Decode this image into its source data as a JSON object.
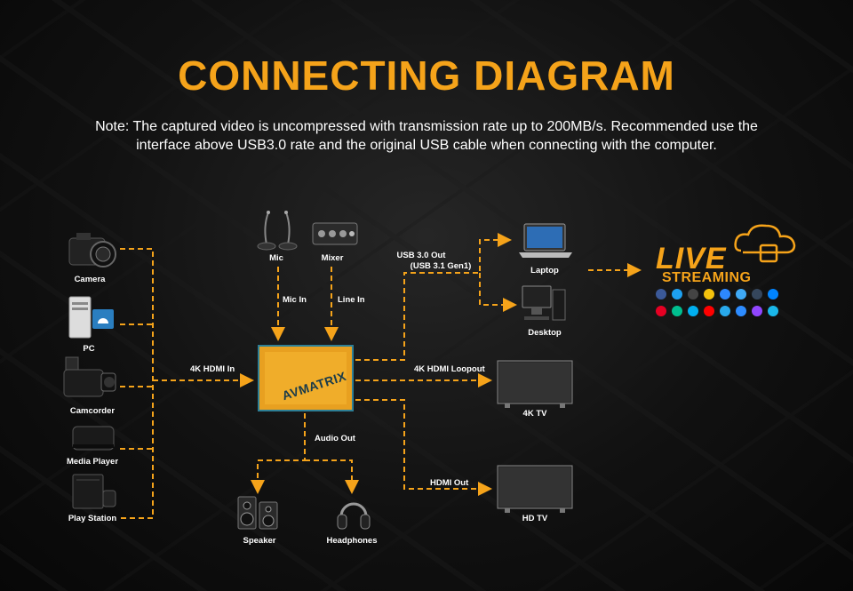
{
  "title": "CONNECTING DIAGRAM",
  "note": "Note: The captured video is uncompressed with transmission rate up to 200MB/s. Recommended use the interface above USB3.0 rate and the original USB cable when connecting with the computer.",
  "sources": {
    "camera": "Camera",
    "pc": "PC",
    "camcorder": "Camcorder",
    "media_player": "Media Player",
    "play_station": "Play Station"
  },
  "audio_in": {
    "mic": "Mic",
    "mixer": "Mixer",
    "mic_in": "Mic In",
    "line_in": "Line In"
  },
  "connections": {
    "hdmi_in": "4K HDMI In",
    "usb_out_line1": "USB 3.0 Out",
    "usb_out_line2": "(USB 3.1 Gen1)",
    "hdmi_loopout": "4K HDMI Loopout",
    "hdmi_out": "HDMI Out",
    "audio_out": "Audio Out"
  },
  "device": {
    "brand": "AVMATRIX"
  },
  "outputs": {
    "laptop": "Laptop",
    "desktop": "Desktop",
    "tv4k": "4K TV",
    "hdtv": "HD TV",
    "speaker": "Speaker",
    "headphones": "Headphones"
  },
  "live": {
    "line1": "LIVE",
    "line2": "STREAMING"
  },
  "colors": {
    "accent": "#f5a31a",
    "device_frame": "#2d7f96"
  },
  "social_icons": [
    "facebook-icon",
    "twitter-icon",
    "obs-icon",
    "youtube-gaming-icon",
    "grid-app-icon",
    "periscope-icon",
    "tumblr-icon",
    "messenger-icon",
    "pinterest-icon",
    "vine-icon",
    "skype-icon",
    "youtube-icon",
    "telegram-icon",
    "zoom-icon",
    "twitch-icon",
    "vimeo-icon"
  ]
}
